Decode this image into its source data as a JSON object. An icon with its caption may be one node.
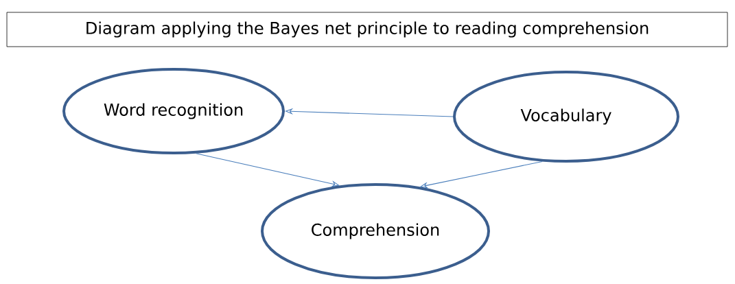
{
  "diagram": {
    "title": "Diagram applying the Bayes net principle to reading comprehension",
    "nodes": [
      {
        "text": [
          "Word recognition"
        ]
      },
      {
        "text": [
          "Vocabulary"
        ]
      },
      {
        "text": [
          "Comprehension"
        ]
      }
    ],
    "edges": [
      {
        "from": 1,
        "to": 0,
        "arrow": "to"
      },
      {
        "from": 0,
        "to": 2,
        "arrow": "to"
      },
      {
        "from": 1,
        "to": 2,
        "arrow": "to"
      }
    ]
  }
}
